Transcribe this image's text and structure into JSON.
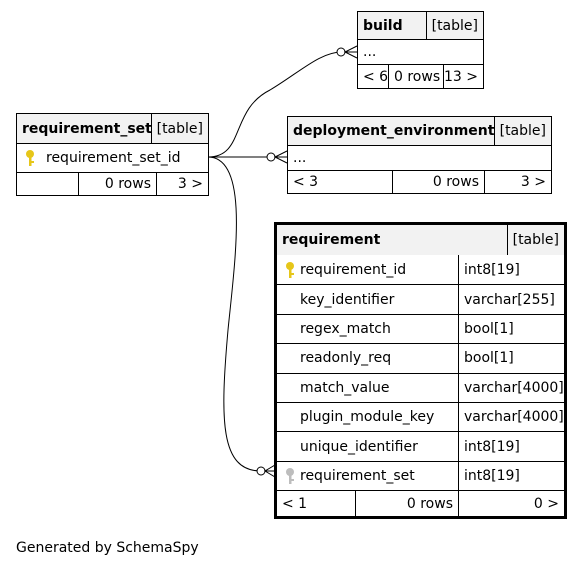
{
  "tables": {
    "build": {
      "name": "build",
      "type": "[table]",
      "columns": [
        "..."
      ],
      "footer": {
        "parents": "< 6",
        "rows": "0 rows",
        "children": "13 >"
      }
    },
    "requirement_set": {
      "name": "requirement_set",
      "type": "[table]",
      "columns": [
        {
          "name": "requirement_set_id",
          "key": "primary"
        }
      ],
      "footer": {
        "parents": "",
        "rows": "0 rows",
        "children": "3 >"
      }
    },
    "deployment_environment": {
      "name": "deployment_environment",
      "type": "[table]",
      "columns": [
        "..."
      ],
      "footer": {
        "parents": "< 3",
        "rows": "0 rows",
        "children": "3 >"
      }
    },
    "requirement": {
      "name": "requirement",
      "type": "[table]",
      "columns": [
        {
          "name": "requirement_id",
          "type": "int8[19]",
          "key": "primary"
        },
        {
          "name": "key_identifier",
          "type": "varchar[255]",
          "key": ""
        },
        {
          "name": "regex_match",
          "type": "bool[1]",
          "key": ""
        },
        {
          "name": "readonly_req",
          "type": "bool[1]",
          "key": ""
        },
        {
          "name": "match_value",
          "type": "varchar[4000]",
          "key": ""
        },
        {
          "name": "plugin_module_key",
          "type": "varchar[4000]",
          "key": ""
        },
        {
          "name": "unique_identifier",
          "type": "int8[19]",
          "key": ""
        },
        {
          "name": "requirement_set",
          "type": "int8[19]",
          "key": "foreign"
        }
      ],
      "footer": {
        "parents": "< 1",
        "rows": "0 rows",
        "children": "0 >"
      }
    }
  },
  "icons": {
    "primary_key": "key-icon",
    "foreign_key": "key-icon",
    "primary_color": "#e6c619",
    "foreign_color": "#bdbdbd"
  },
  "caption": "Generated by SchemaSpy"
}
